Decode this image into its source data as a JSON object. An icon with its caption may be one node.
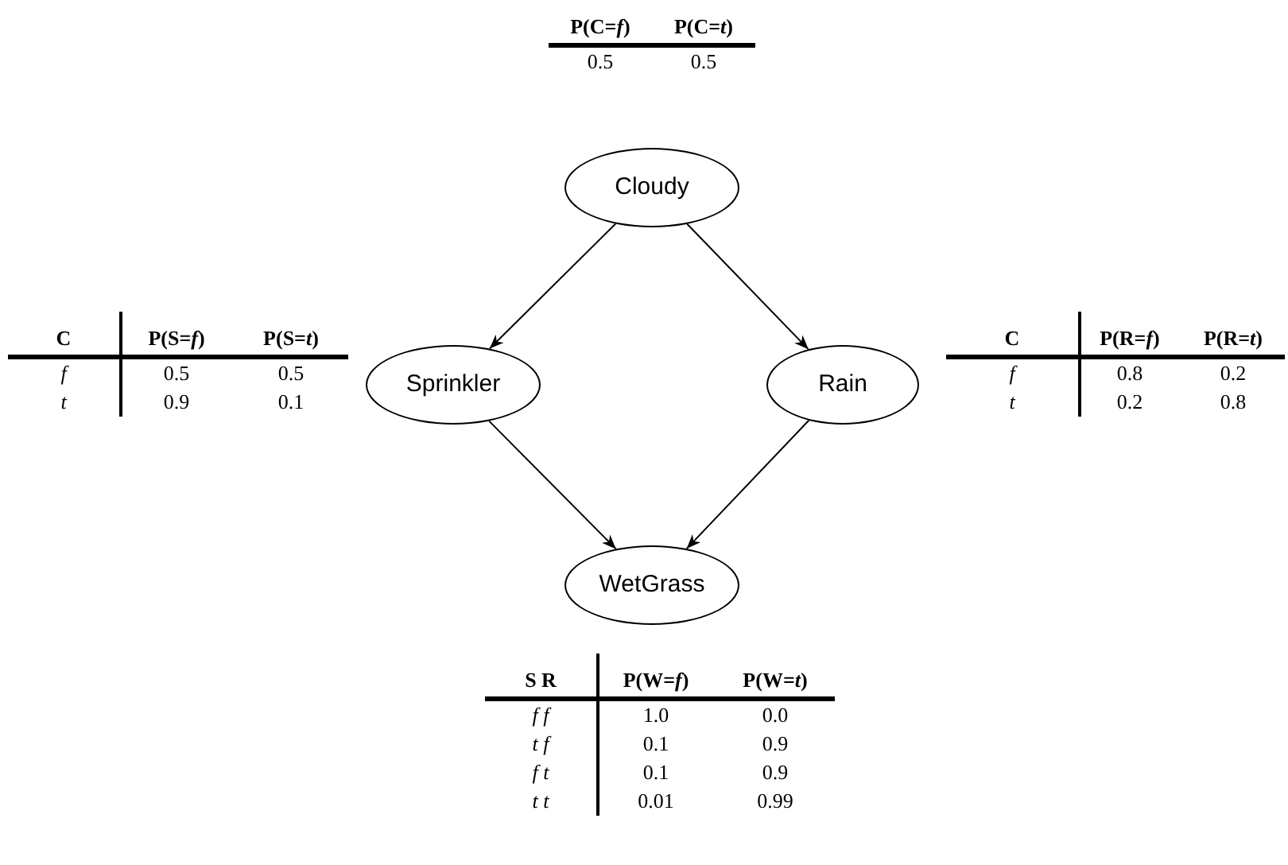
{
  "diagram": {
    "nodes": [
      {
        "text": [
          "Cloudy"
        ]
      },
      {
        "text": [
          "Sprinkler"
        ]
      },
      {
        "text": [
          "Rain"
        ]
      },
      {
        "text": [
          "WetGrass"
        ]
      }
    ],
    "edges": [
      {
        "from": 0,
        "to": 1,
        "arrow": "to"
      },
      {
        "from": 0,
        "to": 2,
        "arrow": "to"
      },
      {
        "from": 1,
        "to": 3,
        "arrow": "to"
      },
      {
        "from": 2,
        "to": 3,
        "arrow": "to"
      }
    ],
    "labels": [
      "P(C=*f*)",
      "P(C=*t*)",
      "0.5",
      "0.5",
      "C",
      "P(S=*f*)",
      "P(S=*t*)",
      "f",
      "0.5",
      "0.5",
      "t",
      "0.9",
      "0.1",
      "C",
      "P(R=*f*)",
      "P(R=*t*)",
      "f",
      "0.8",
      "0.2",
      "t",
      "0.2",
      "0.8",
      "S R",
      "P(W=*f*)",
      "P(W=*t*)",
      "f f",
      "1.0",
      "0.0",
      "t f",
      "0.1",
      "0.9",
      "f t",
      "0.1",
      "0.9",
      "t t",
      "0.01",
      "0.99"
    ]
  }
}
